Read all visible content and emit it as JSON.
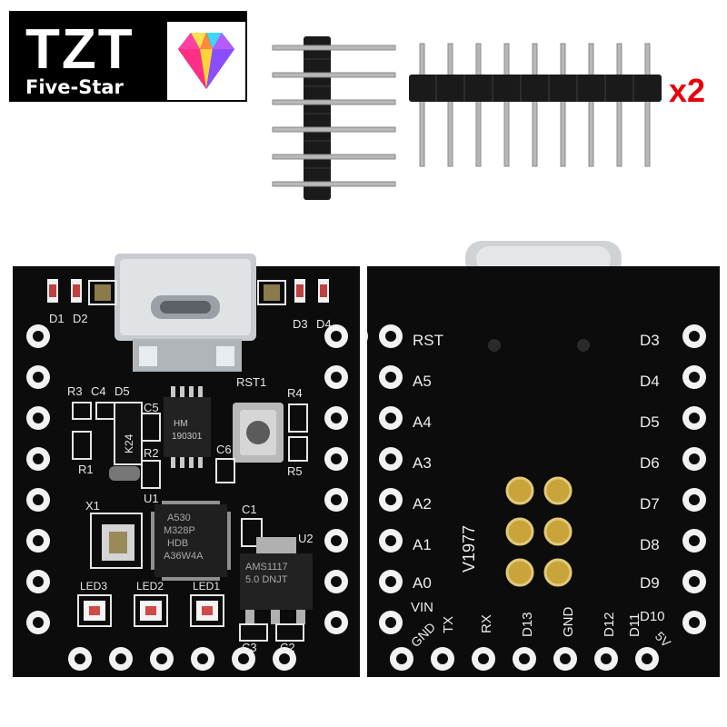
{
  "logo": {
    "brand": "TZT",
    "subtitle": "Five-Star",
    "icon": "diamond-gem-icon"
  },
  "quantity_label": "x2",
  "colors": {
    "pcb": "#0c0c0d",
    "pad_gold": "#c9a43b",
    "accent_red": "#e8000b",
    "silkscreen": "#e6e6e6"
  },
  "left_board": {
    "labels": {
      "d1": "D1",
      "d2": "D2",
      "d3": "D3",
      "d4": "D4",
      "r3": "R3",
      "c4": "C4",
      "d5": "D5",
      "c5": "C5",
      "k24": "K24",
      "r1": "R1",
      "r2": "R2",
      "u1": "U1",
      "ic_top": "HM",
      "ic_code": "190301",
      "rst1": "RST1",
      "r4": "R4",
      "r5": "R5",
      "c6": "C6",
      "x1": "X1",
      "c1": "C1",
      "u2": "U2",
      "mcu_line1": "A530",
      "mcu_line2": "M328P",
      "mcu_line3": "HDB",
      "mcu_line4": "A36W4A",
      "reg_line1": "AMS1117",
      "reg_line2": "5.0 DNJT",
      "led3": "LED3",
      "led2": "LED2",
      "led1": "LED1",
      "c3": "C3",
      "c2": "C2"
    }
  },
  "right_board": {
    "left_pins": [
      "RST",
      "A5",
      "A4",
      "A3",
      "A2",
      "A1",
      "A0"
    ],
    "right_pins": [
      "D3",
      "D4",
      "D5",
      "D6",
      "D7",
      "D8",
      "D9"
    ],
    "bottom_pins": [
      "VIN",
      "GND",
      "TX",
      "RX",
      "D13",
      "GND",
      "D12",
      "D11",
      "D10",
      "5V"
    ],
    "version": "V1977"
  }
}
